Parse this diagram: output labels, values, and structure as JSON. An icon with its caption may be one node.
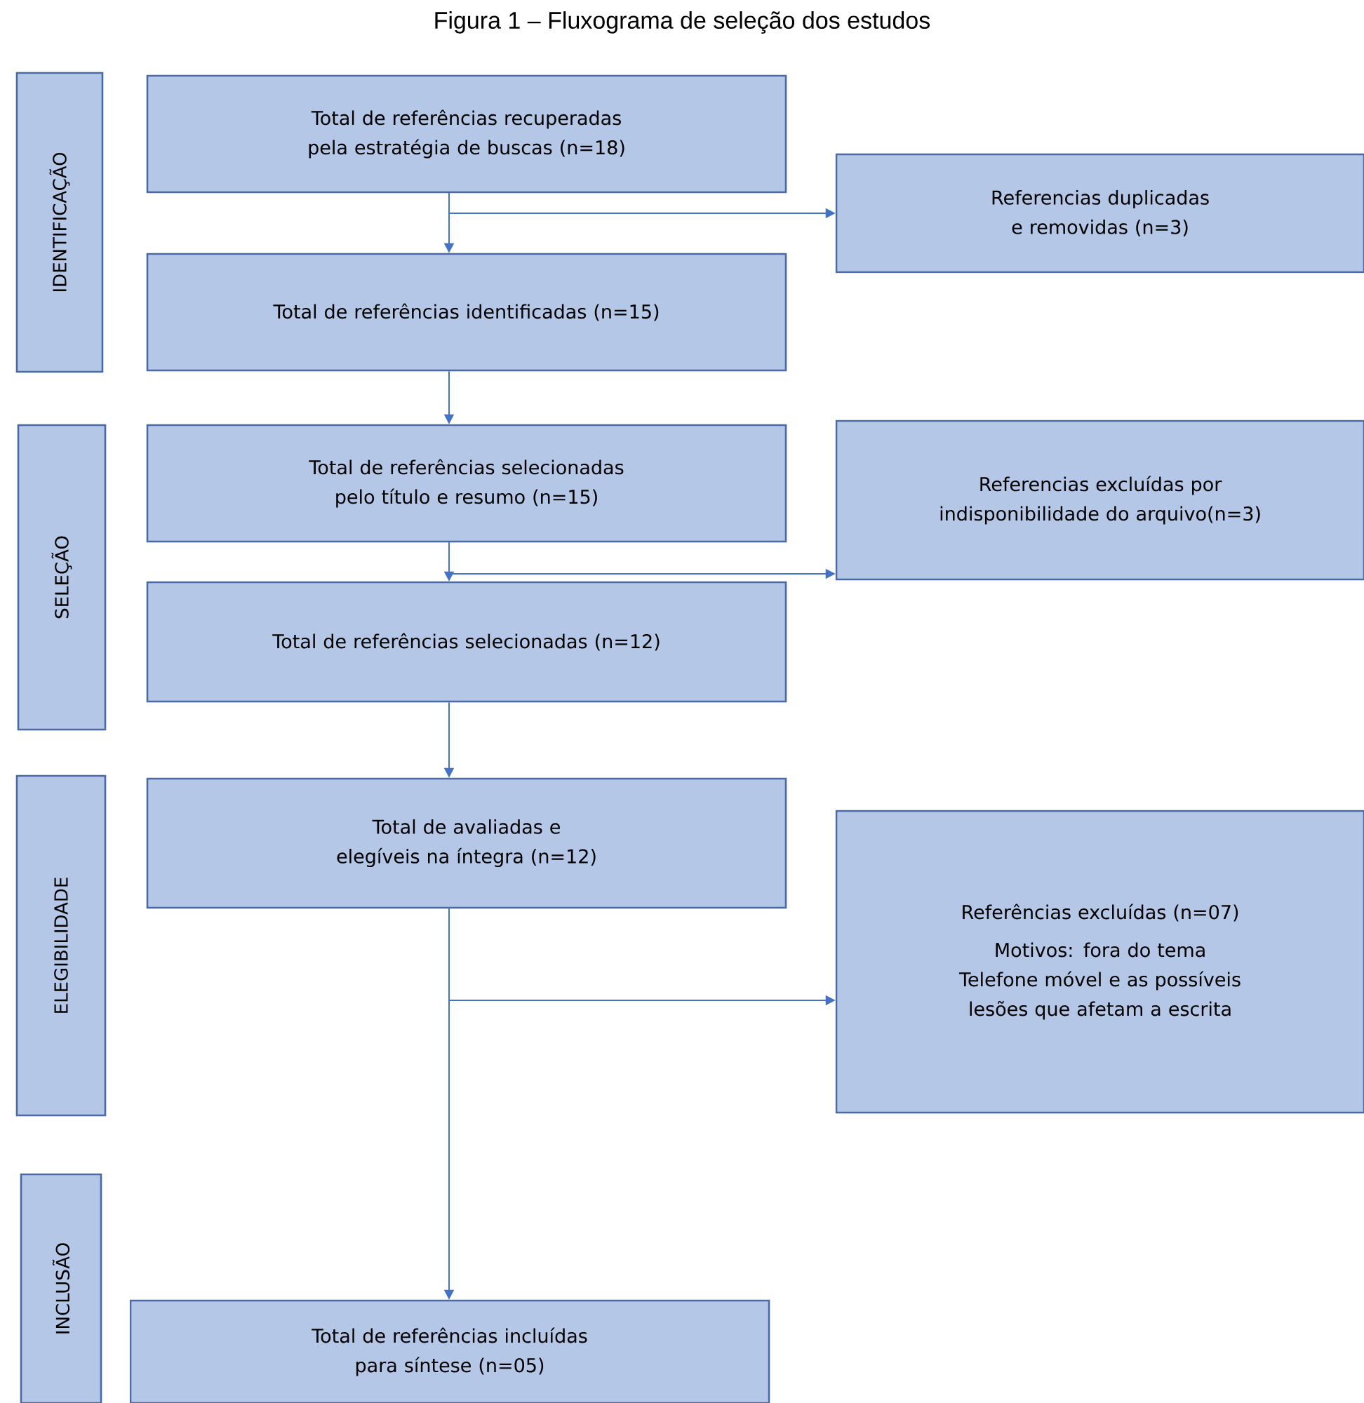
{
  "diagram": {
    "title": "Figura 1 – Fluxograma de seleção dos estudos",
    "nodes": [
      {
        "text": [
          "IDENTIFICAÇÃO"
        ]
      },
      {
        "text": [
          "Total de referências recuperadas pela estratégia de buscas (n=18)"
        ]
      },
      {
        "text": [
          "Referencias duplicadas e removidas (n=3)"
        ]
      },
      {
        "text": [
          "Total de referências identificadas (n=15)"
        ]
      },
      {
        "text": [
          "SELEÇÃO"
        ]
      },
      {
        "text": [
          "Total de referências selecionadas pelo título e resumo (n=15)"
        ]
      },
      {
        "text": [
          "Referencias excluídas por indisponibilidade do arquivo(n=3)"
        ]
      },
      {
        "text": [
          "Total de referências selecionadas (n=12)"
        ]
      },
      {
        "text": [
          "ELEGIBILIDADE"
        ]
      },
      {
        "text": [
          "Total de avaliadas e elegíveis na íntegra (n=12)"
        ]
      },
      {
        "text": [
          "Referências excluídas (n=07)",
          "Motivos: fora do tema Telefone móvel e as possíveis lesões que afetam a escrita"
        ]
      },
      {
        "text": [
          "INCLUSÃO"
        ]
      },
      {
        "text": [
          "Total de referências incluídas para síntese (n=05)"
        ]
      }
    ],
    "edges": [
      {
        "from": 1,
        "to": 3,
        "arrow": "to"
      },
      {
        "from": 1,
        "to": 2,
        "arrow": "to"
      },
      {
        "from": 3,
        "to": 5,
        "arrow": "to"
      },
      {
        "from": 5,
        "to": 7,
        "arrow": "to"
      },
      {
        "from": 5,
        "to": 6,
        "arrow": "to"
      },
      {
        "from": 7,
        "to": 9,
        "arrow": "to"
      },
      {
        "from": 9,
        "to": 12,
        "arrow": "to"
      },
      {
        "from": 9,
        "to": 10,
        "arrow": "to"
      }
    ]
  }
}
